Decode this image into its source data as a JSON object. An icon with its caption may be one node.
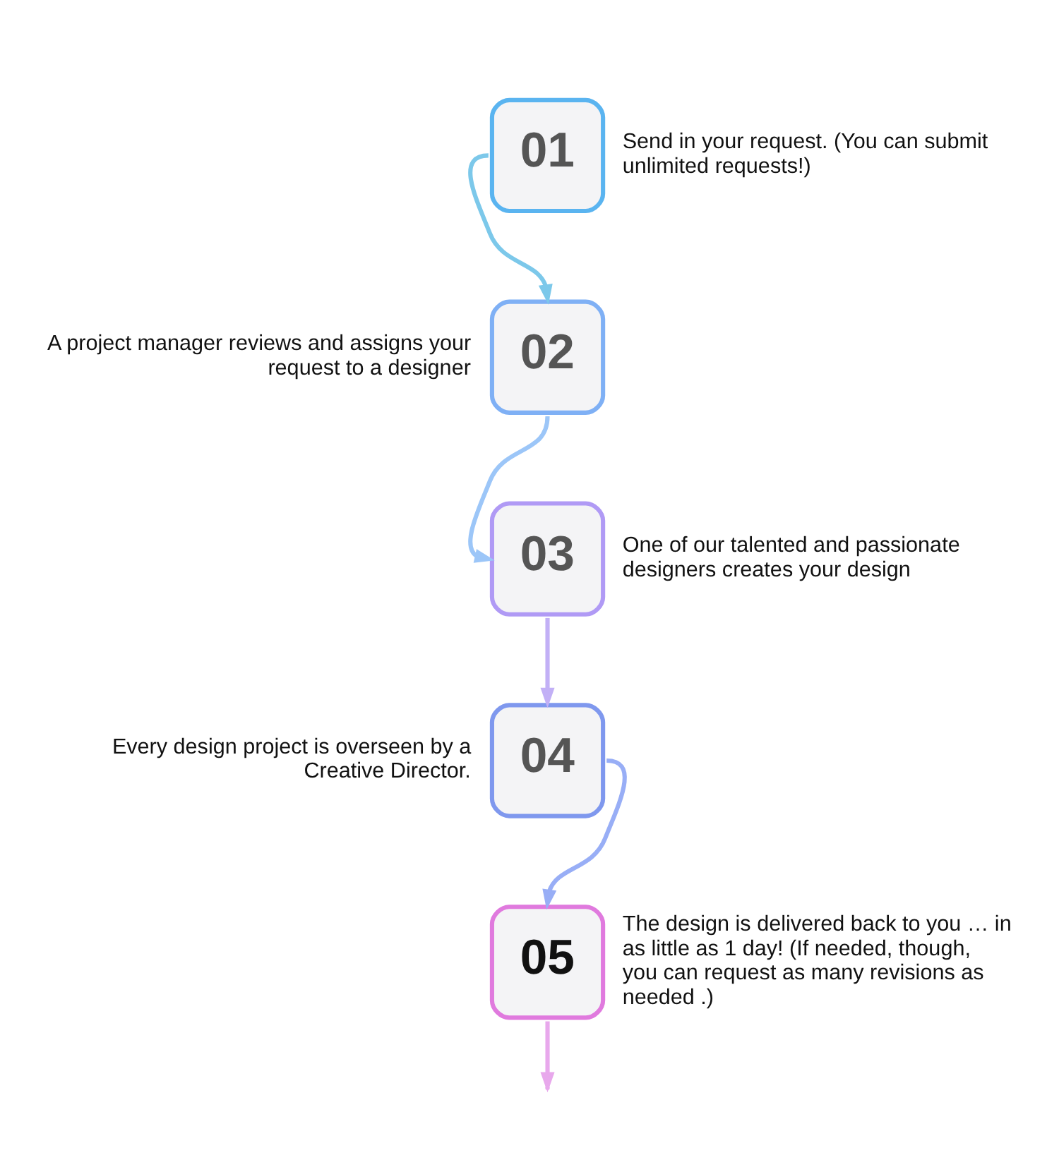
{
  "diagram": {
    "nodes": [
      {
        "text": [
          "01"
        ],
        "beside": [
          "Send in your request. (You can submit unlimited requests!)"
        ]
      },
      {
        "text": [
          "02"
        ],
        "beside": [
          "A project manager reviews and assigns your request to a designer"
        ]
      },
      {
        "text": [
          "03"
        ],
        "beside": [
          "One of our talented and passionate designers creates your design"
        ]
      },
      {
        "text": [
          "04"
        ],
        "beside": [
          "Every design project is overseen by a Creative Director."
        ]
      },
      {
        "text": [
          "05"
        ],
        "beside": [
          "The design is delivered back to you … in as little as 1 day! (If needed, though, you can request as many revisions as needed .)"
        ]
      }
    ],
    "edges": [
      {
        "from": 0,
        "to": 1,
        "arrow": "to",
        "color": "#7cc8ea"
      },
      {
        "from": 1,
        "to": 2,
        "arrow": "to",
        "color": "#9cc6f8"
      },
      {
        "from": 2,
        "to": 3,
        "arrow": "to",
        "color": "#c2b0f6"
      },
      {
        "from": 3,
        "to": 4,
        "arrow": "to",
        "color": "#98aef6"
      },
      {
        "from": 4,
        "to": null,
        "arrow": "to",
        "color": "#e8a8ec"
      }
    ]
  }
}
